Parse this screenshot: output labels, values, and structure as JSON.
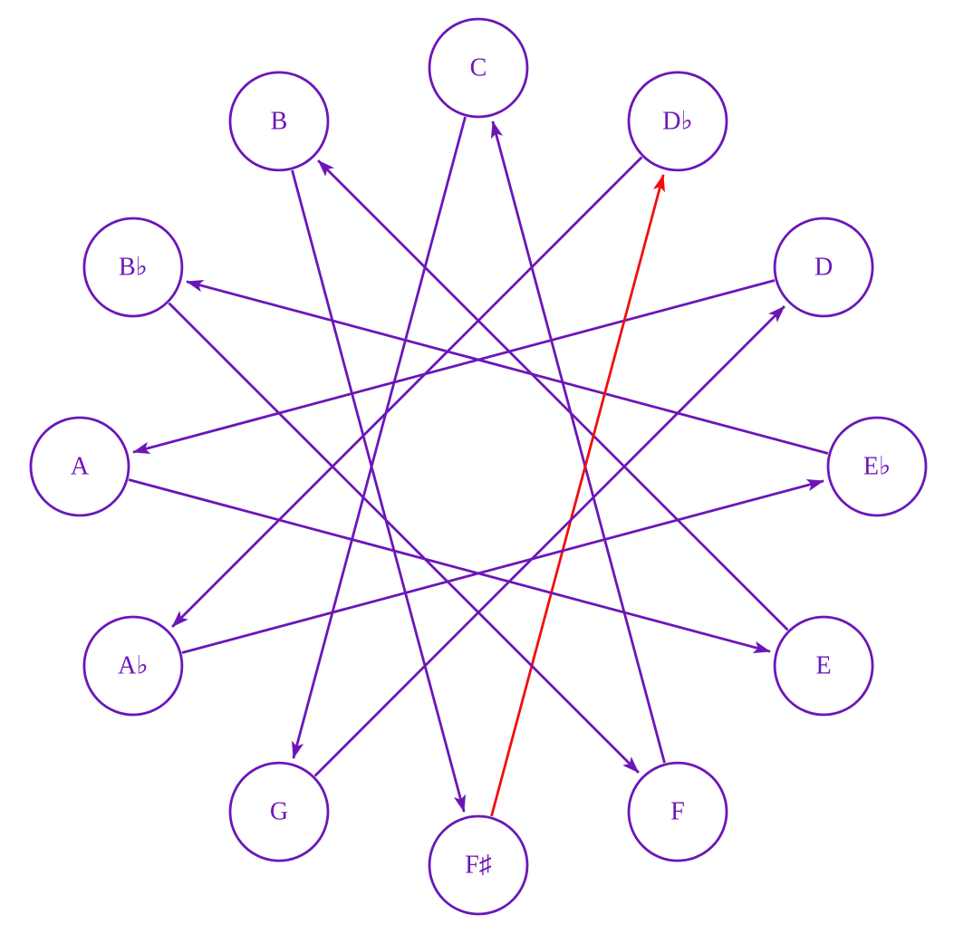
{
  "diagram": {
    "description": "Chromatic circle of 12 pitch classes with arrows connecting each note to the note a perfect fifth above (circle-of-fifths star pattern); the F-sharp to D-flat arrow is highlighted in red",
    "background": "#ffffff",
    "colors": {
      "node_border": "#6c16b8",
      "node_fill": "#ffffff",
      "node_label": "#6c16b8",
      "edge": "#6c16b8",
      "highlight": "#f20d0d"
    },
    "nodes": [
      {
        "id": "C",
        "label": "C"
      },
      {
        "id": "Db",
        "label": "D♭"
      },
      {
        "id": "D",
        "label": "D"
      },
      {
        "id": "Eb",
        "label": "E♭"
      },
      {
        "id": "E",
        "label": "E"
      },
      {
        "id": "F",
        "label": "F"
      },
      {
        "id": "Fs",
        "label": "F♯"
      },
      {
        "id": "G",
        "label": "G"
      },
      {
        "id": "Ab",
        "label": "A♭"
      },
      {
        "id": "A",
        "label": "A"
      },
      {
        "id": "Bb",
        "label": "B♭"
      },
      {
        "id": "B",
        "label": "B"
      }
    ],
    "edges": [
      {
        "from": "C",
        "to": "G",
        "highlight": false
      },
      {
        "from": "Db",
        "to": "Ab",
        "highlight": false
      },
      {
        "from": "D",
        "to": "A",
        "highlight": false
      },
      {
        "from": "Eb",
        "to": "Bb",
        "highlight": false
      },
      {
        "from": "E",
        "to": "B",
        "highlight": false
      },
      {
        "from": "F",
        "to": "C",
        "highlight": false
      },
      {
        "from": "Fs",
        "to": "Db",
        "highlight": true
      },
      {
        "from": "G",
        "to": "D",
        "highlight": false
      },
      {
        "from": "Ab",
        "to": "Eb",
        "highlight": false
      },
      {
        "from": "A",
        "to": "E",
        "highlight": false
      },
      {
        "from": "Bb",
        "to": "F",
        "highlight": false
      },
      {
        "from": "B",
        "to": "Fs",
        "highlight": false
      }
    ]
  }
}
